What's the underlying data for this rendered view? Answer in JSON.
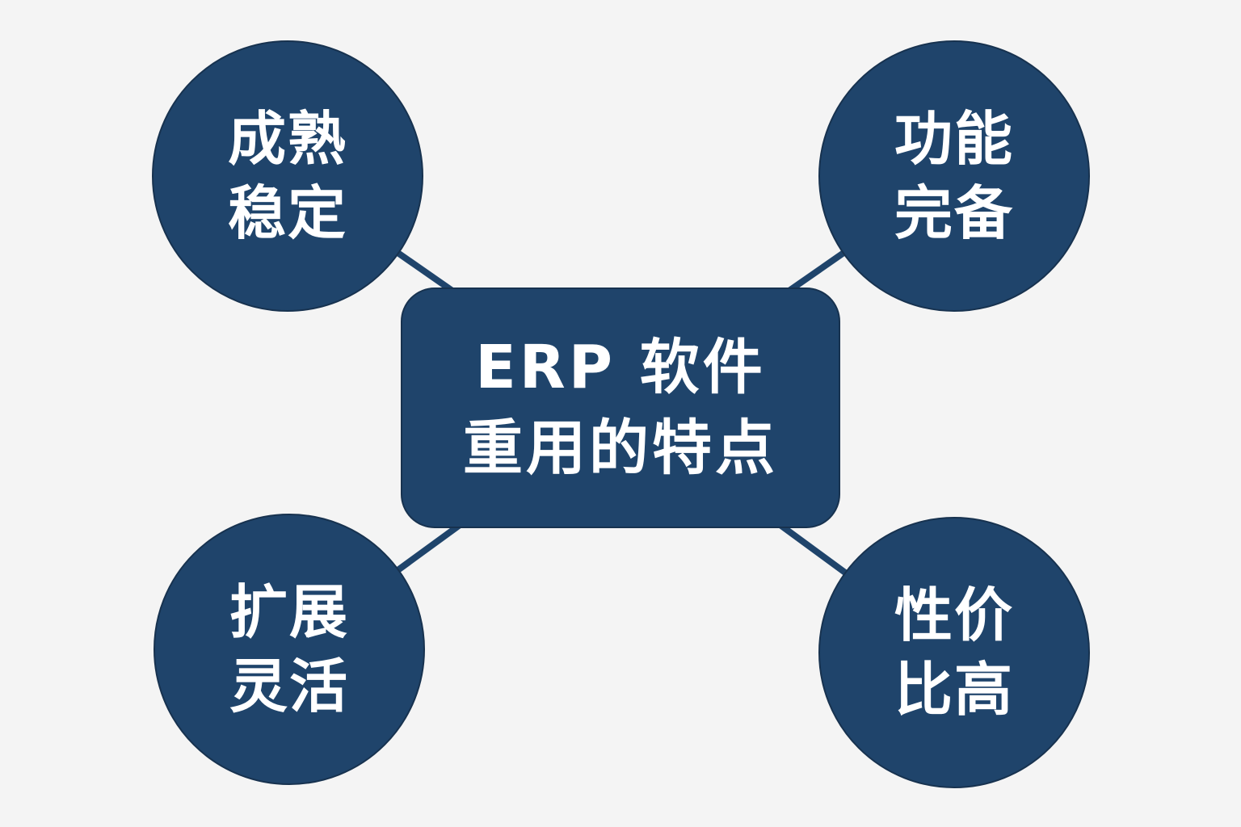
{
  "diagram": {
    "center": {
      "line1": "ERP 软件",
      "line2": "重用的特点"
    },
    "features": [
      {
        "line1": "成熟",
        "line2": "稳定"
      },
      {
        "line1": "功能",
        "line2": "完备"
      },
      {
        "line1": "扩展",
        "line2": "灵活"
      },
      {
        "line1": "性价",
        "line2": "比高"
      }
    ]
  },
  "colors": {
    "background": "#f4f4f4",
    "node_fill": "#1f446b",
    "connector": "#1f446b",
    "text": "#ffffff"
  }
}
